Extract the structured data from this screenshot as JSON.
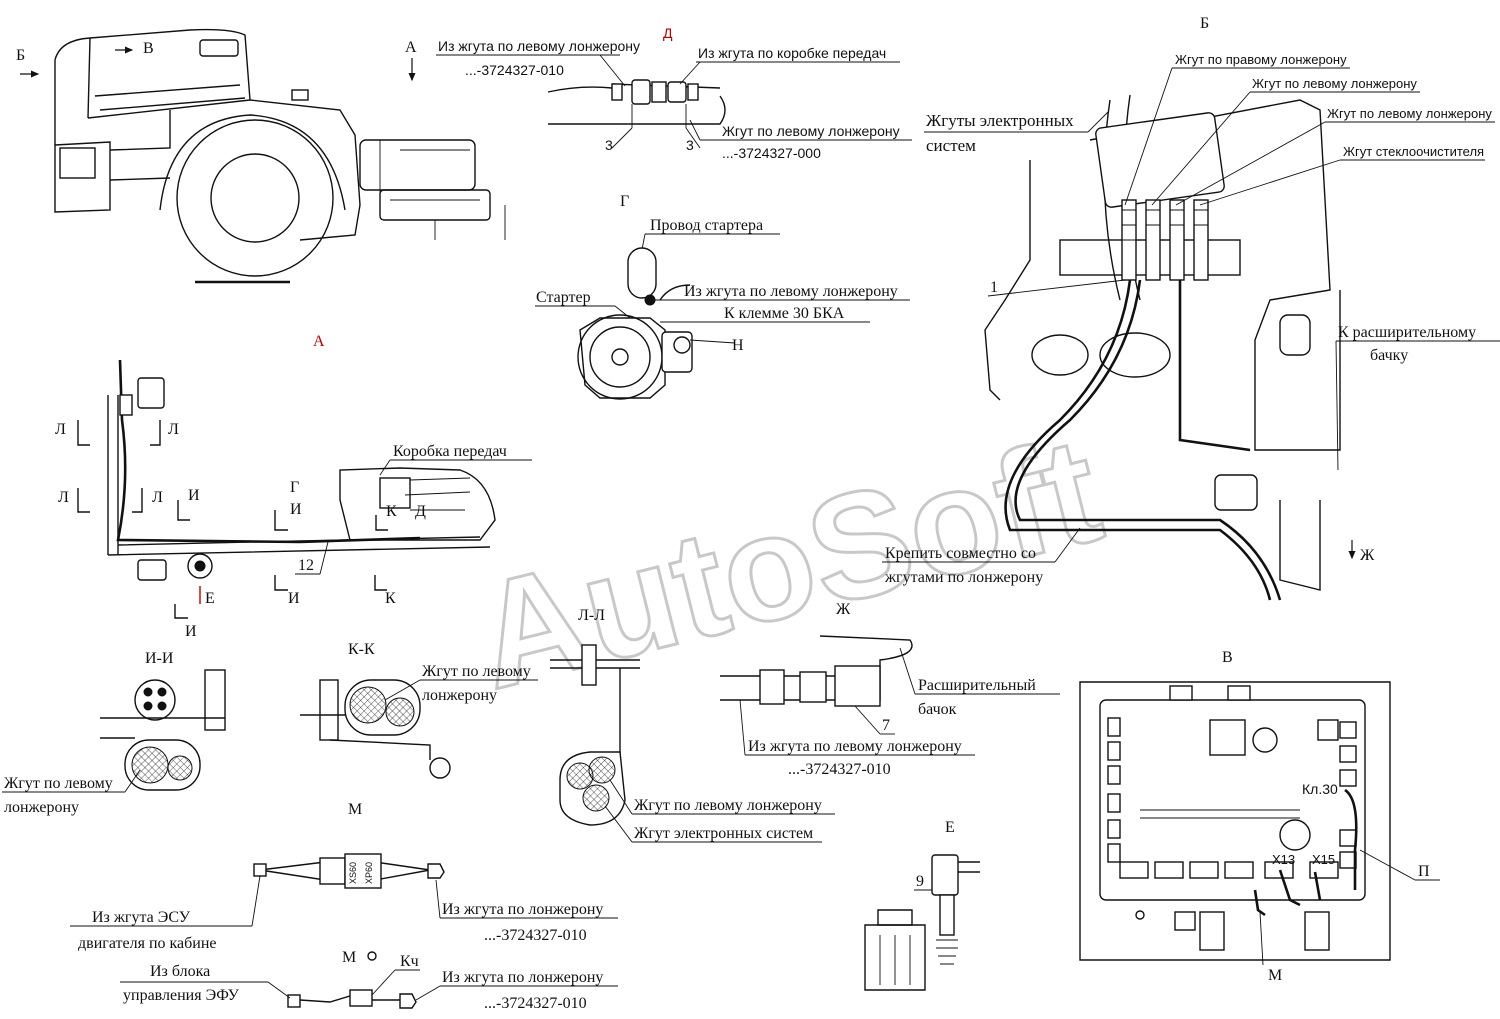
{
  "watermark": "AutoSoft",
  "views": {
    "B_arrow": "Б",
    "V_arrow": "В",
    "A_arrow": "А",
    "D_mark": "Д",
    "A_title": "А",
    "G_title": "Г",
    "B_title": "Б",
    "V_title": "В",
    "II_title": "И-И",
    "KK_title": "К-К",
    "LL_title": "Л-Л",
    "Zh_title": "Ж",
    "M_title": "М",
    "E_title": "Е",
    "Zh_arrow": "Ж"
  },
  "section_marks": {
    "L": "Л",
    "I": "И",
    "G": "Г",
    "K": "К",
    "D": "Д",
    "E": "Е"
  },
  "labels": {
    "d_left_harness": "Из жгута по левому лонжерону",
    "d_left_code": "...-3724327-010",
    "d_gearbox_harness": "Из жгута по коробке передач",
    "d_left_harness2": "Жгут по левому лонжерону",
    "d_left_code2": "...-3724327-000",
    "d_num_left": "3",
    "d_num_right": "3",
    "starter_wire": "Провод стартера",
    "starter": "Стартер",
    "g_left_harness": "Из жгута по левому лонжерону",
    "g_terminal": "К клемме 30 БКА",
    "g_H": "Н",
    "gearbox": "Коробка передач",
    "a_num12": "12",
    "b_right_harness": "Жгут по правому лонжерону",
    "b_left_harness1": "Жгут по левому лонжерону",
    "b_left_harness2": "Жгут по левому лонжерону",
    "b_wiper_harness": "Жгут стеклоочистителя",
    "b_electronic_1": "Жгуты электронных",
    "b_electronic_2": "систем",
    "b_num1": "1",
    "b_tank_1": "К расширительному",
    "b_tank_2": "бачку",
    "b_fix_1": "Крепить совместно со",
    "b_fix_2": "жгутами по лонжерону",
    "ii_left_1": "Жгут по левому",
    "ii_left_2": "лонжерону",
    "kk_left_1": "Жгут по левому",
    "kk_left_2": "лонжерону",
    "ll_left": "Жгут по левому лонжерону",
    "ll_electronic": "Жгут электронных систем",
    "zh_tank_1": "Расширительный",
    "zh_tank_2": "бачок",
    "zh_num7": "7",
    "zh_left": "Из жгута по левому лонжерону",
    "zh_code": "...-3724327-010",
    "m_esu_1": "Из жгута ЭСУ",
    "m_esu_2": "двигателя по кабине",
    "m_spar_1": "Из жгута по  лонжерону",
    "m_spar_code1": "...-3724327-010",
    "m_block_1": "Из блока",
    "m_block_2": "управления ЭФУ",
    "m_spar_2": "Из жгута по  лонжерону",
    "m_spar_code2": "...-3724327-010",
    "m_M": "М",
    "m_Kch": "Кч",
    "m_xs60": "XS60",
    "m_xp60": "XP60",
    "e_num9": "9",
    "v_kl30": "Кл.30",
    "v_x13": "X13",
    "v_x15": "X15",
    "v_P": "П",
    "v_M": "М"
  },
  "icons": {
    "section_arrow": "section-arrow-icon",
    "ground": "ground-symbol-icon"
  },
  "colors": {
    "line": "#111111",
    "red_mark": "#c00000",
    "watermark": "#c8c8c8"
  }
}
